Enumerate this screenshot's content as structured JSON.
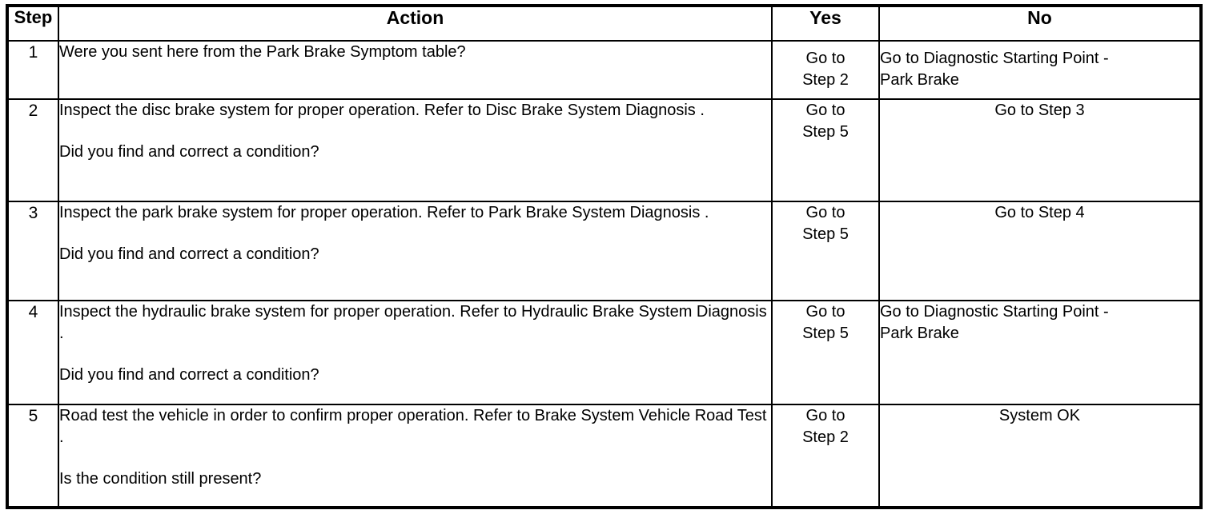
{
  "table": {
    "headers": {
      "step": "Step",
      "action": "Action",
      "yes": "Yes",
      "no": "No"
    },
    "rows": [
      {
        "step": "1",
        "action_main": "Were you sent here from the Park Brake Symptom table?",
        "action_question": "",
        "yes_line1": "Go to",
        "yes_line2": "Step 2",
        "no_line1": "Go to Diagnostic Starting Point -",
        "no_line2": "Park Brake",
        "no_align": "left"
      },
      {
        "step": "2",
        "action_main": "Inspect the disc brake system for proper operation. Refer to Disc Brake System Diagnosis .",
        "action_question": "Did you find and correct a condition?",
        "yes_line1": "Go to",
        "yes_line2": "Step 5",
        "no_line1": "Go to Step 3",
        "no_line2": "",
        "no_align": "center"
      },
      {
        "step": "3",
        "action_main": "Inspect the park brake system for proper operation. Refer to Park Brake System Diagnosis .",
        "action_question": "Did you find and correct a condition?",
        "yes_line1": "Go to",
        "yes_line2": "Step 5",
        "no_line1": "Go to Step 4",
        "no_line2": "",
        "no_align": "center"
      },
      {
        "step": "4",
        "action_main": "Inspect the hydraulic brake system for proper operation. Refer to Hydraulic Brake System Diagnosis .",
        "action_question": "Did you find and correct a condition?",
        "yes_line1": "Go to",
        "yes_line2": "Step 5",
        "no_line1": "Go to Diagnostic Starting Point -",
        "no_line2": "Park Brake",
        "no_align": "left"
      },
      {
        "step": "5",
        "action_main": "Road test the vehicle in order to confirm proper operation. Refer to Brake System Vehicle Road Test .",
        "action_question": "Is the condition still present?",
        "yes_line1": "Go to",
        "yes_line2": "Step 2",
        "no_line1": "System OK",
        "no_line2": "",
        "no_align": "center"
      }
    ]
  },
  "colors": {
    "border": "#000000",
    "text": "#000000",
    "background": "#ffffff"
  }
}
